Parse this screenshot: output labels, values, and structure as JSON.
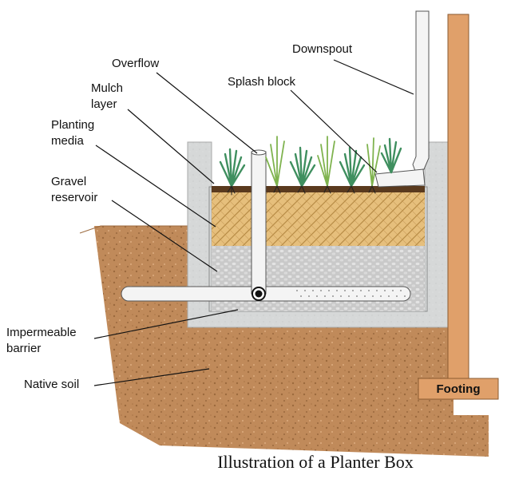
{
  "labels": {
    "overflow": "Overflow",
    "downspout": "Downspout",
    "splash_block": "Splash block",
    "mulch_line1": "Mulch",
    "mulch_line2": "layer",
    "planting_line1": "Planting",
    "planting_line2": "media",
    "gravel_line1": "Gravel",
    "gravel_line2": "reservoir",
    "barrier_line1": "Impermeable",
    "barrier_line2": "barrier",
    "native_soil": "Native soil",
    "footing": "Footing"
  },
  "caption": "Illustration of a Planter Box",
  "colors": {
    "soil": "#c08a5a",
    "wall": "#f0b27a",
    "box": "#d6d8d8",
    "planting_media": "#e6bf7c",
    "gravel": "#c9c9c9",
    "mulch": "#5a3a1e",
    "pipe": "#f4f4f4",
    "plant": "#3f8f5f"
  }
}
